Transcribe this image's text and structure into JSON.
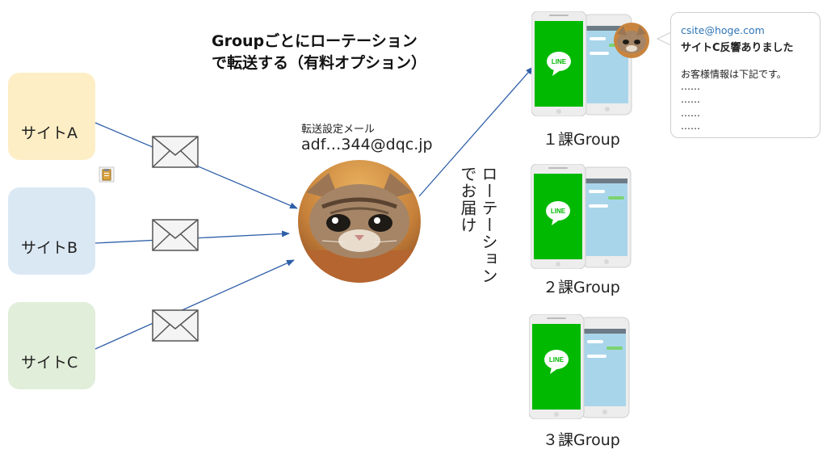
{
  "title": {
    "line1": "Groupごとにローテーション",
    "line2": "で転送する（有料オプション）"
  },
  "sites": [
    {
      "label": "サイトA",
      "color": "#fdeec5"
    },
    {
      "label": "サイトB",
      "color": "#dae8f4"
    },
    {
      "label": "サイトC",
      "color": "#e1eed9"
    }
  ],
  "forward": {
    "caption": "転送設定メール",
    "address": "adf…344@dqc.jp"
  },
  "rotation": {
    "col1": "ローテーション",
    "col2": "でお届け"
  },
  "groups": [
    {
      "label": "１課Group"
    },
    {
      "label": "２課Group"
    },
    {
      "label": "３課Group"
    }
  ],
  "line_logo": "LINE",
  "bubble": {
    "from": "csite@hoge.com",
    "subject": "サイトC反響ありました",
    "body": "お客様情報は下記です。",
    "dots": [
      "……",
      "……",
      "……",
      "……"
    ]
  },
  "colors": {
    "line_green": "#00b900",
    "chat_blue": "#a9d5ea",
    "arrow": "#2f5fa8"
  }
}
